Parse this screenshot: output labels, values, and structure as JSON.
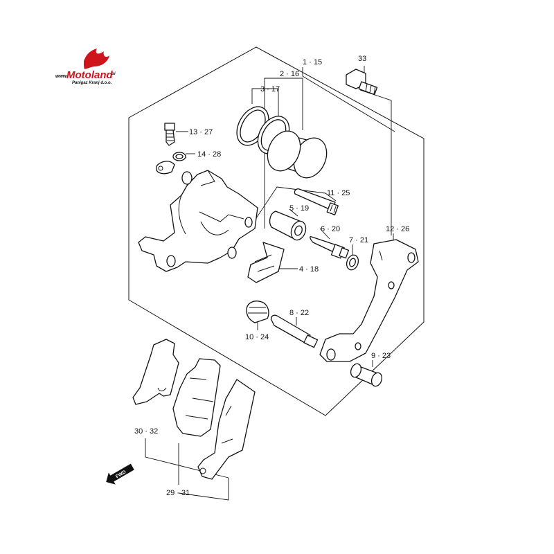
{
  "logo": {
    "brand": "Motoland",
    "prefix": "www.",
    "suffix": ".si",
    "tagline": "Panigaz Kranj d.o.o.",
    "accent": "#d0141c"
  },
  "diagram": {
    "direction_marker": "FWD",
    "callouts": {
      "c33": "33",
      "c1_15": "1 · 15",
      "c2_16": "2 · 16",
      "c3_17": "3 · 17",
      "c13_27": "13 · 27",
      "c14_28": "14 · 28",
      "c11_25": "11 · 25",
      "c5_19": "5 · 19",
      "c6_20": "6 · 20",
      "c7_21": "7 · 21",
      "c12_26": "12 · 26",
      "c4_18": "4 · 18",
      "c8_22": "8 · 22",
      "c10_24": "10 · 24",
      "c9_23": "9 · 23",
      "c30_32": "30 · 32",
      "c29_31": "29 · 31"
    }
  }
}
